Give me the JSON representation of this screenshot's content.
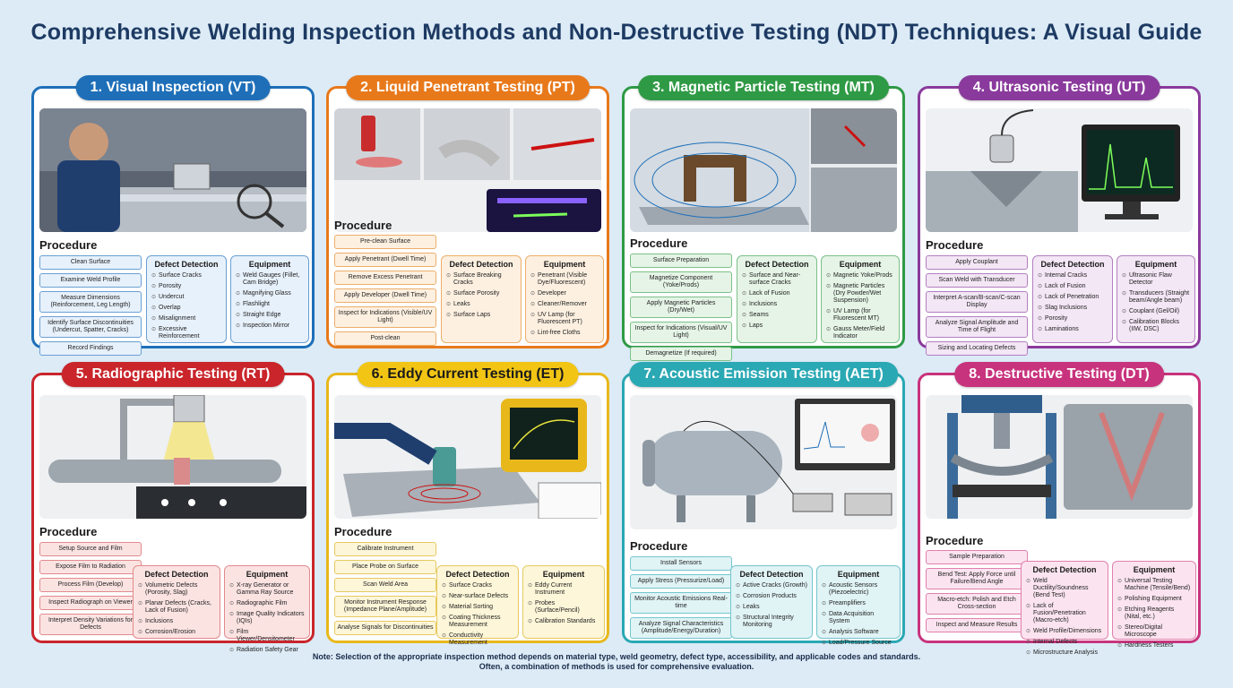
{
  "title": "Comprehensive Welding Inspection Methods and Non-Destructive Testing (NDT) Techniques: A Visual Guide",
  "labels": {
    "procedure": "Procedure",
    "defect_detection": "Defect Detection",
    "equipment": "Equipment"
  },
  "panels": [
    {
      "title": "1. Visual Inspection (VT)",
      "color": "#1e6fb8",
      "tint": "#e7f1fb",
      "steps": [
        "Clean Surface",
        "Examine Weld Profile",
        "Measure Dimensions (Reinforcement, Leg Length)",
        "Identify Surface Discontinuities (Undercut, Spatter, Cracks)",
        "Record Findings"
      ],
      "defects": [
        "Surface Cracks",
        "Porosity",
        "Undercut",
        "Overlap",
        "Misalignment",
        "Excessive Reinforcement"
      ],
      "equipment": [
        "Weld Gauges (Fillet, Cam Bridge)",
        "Magnifying Glass",
        "Flashlight",
        "Straight Edge",
        "Inspection Mirror"
      ]
    },
    {
      "title": "2. Liquid Penetrant Testing (PT)",
      "color": "#e8791b",
      "tint": "#fdf0e0",
      "steps": [
        "Pre-clean Surface",
        "Apply Penetrant (Dwell Time)",
        "Remove Excess Penetrant",
        "Apply Developer (Dwell Time)",
        "Inspect for Indications (Visible/UV Light)",
        "Post-clean"
      ],
      "defects": [
        "Surface Breaking Cracks",
        "Surface Porosity",
        "Leaks",
        "Surface Laps"
      ],
      "equipment": [
        "Penetrant (Visible Dye/Fluorescent)",
        "Developer",
        "Cleaner/Remover",
        "UV Lamp (for Fluorescent PT)",
        "Lint-free Cloths"
      ]
    },
    {
      "title": "3. Magnetic Particle Testing (MT)",
      "color": "#2f9a45",
      "tint": "#e5f4e6",
      "steps": [
        "Surface Preparation",
        "Magnetize Component (Yoke/Prods)",
        "Apply Magnetic Particles (Dry/Wet)",
        "Inspect for Indications (Visual/UV Light)",
        "Demagnetize (If required)"
      ],
      "defects": [
        "Surface and Near-surface Cracks",
        "Lack of Fusion",
        "Inclusions",
        "Seams",
        "Laps"
      ],
      "equipment": [
        "Magnetic Yoke/Prods",
        "Magnetic Particles (Dry Powder/Wet Suspension)",
        "UV Lamp (for Fluorescent MT)",
        "Gauss Meter/Field Indicator"
      ]
    },
    {
      "title": "4. Ultrasonic Testing (UT)",
      "color": "#8a3a9c",
      "tint": "#f3e6f5",
      "steps": [
        "Apply Couplant",
        "Scan Weld with Transducer",
        "Interpret A-scan/B-scan/C-scan Display",
        "Analyze Signal Amplitude and Time of Flight",
        "Sizing and Locating Defects"
      ],
      "defects": [
        "Internal Cracks",
        "Lack of Fusion",
        "Lack of Penetration",
        "Slag Inclusions",
        "Porosity",
        "Laminations"
      ],
      "equipment": [
        "Ultrasonic Flaw Detector",
        "Transducers (Straight beam/Angle beam)",
        "Couplant (Gel/Oil)",
        "Calibration Blocks (IIW, DSC)"
      ]
    },
    {
      "title": "5. Radiographic Testing (RT)",
      "color": "#c9252b",
      "tint": "#fbe3e2",
      "steps": [
        "Setup Source and Film",
        "Expose Film to Radiation",
        "Process Film (Develop)",
        "Inspect Radiograph on Viewer",
        "Interpret Density Variations for Defects"
      ],
      "defects": [
        "Volumetric Defects (Porosity, Slag)",
        "Planar Defects (Cracks, Lack of Fusion)",
        "Inclusions",
        "Corrosion/Erosion"
      ],
      "equipment": [
        "X-ray Generator or Gamma Ray Source",
        "Radiographic Film",
        "Image Quality Indicators (IQIs)",
        "Film Viewer/Densitometer",
        "Radiation Safety Gear"
      ]
    },
    {
      "title": "6. Eddy Current Testing (ET)",
      "color": "#e8b81b",
      "tint": "#fdf6d8",
      "steps": [
        "Calibrate Instrument",
        "Place Probe on Surface",
        "Scan Weld Area",
        "Monitor Instrument Response (Impedance Plane/Amplitude)",
        "Analyse Signals for Discontinuities"
      ],
      "defects": [
        "Surface Cracks",
        "Near-surface Defects",
        "Material Sorting",
        "Coating Thickness Measurement",
        "Conductivity Measurement"
      ],
      "equipment": [
        "Eddy Current Instrument",
        "Probes (Surface/Pencil)",
        "Calibration Standards"
      ]
    },
    {
      "title": "7. Acoustic Emission Testing (AET)",
      "color": "#2aa8b4",
      "tint": "#e0f3f5",
      "steps": [
        "Install Sensors",
        "Apply Stress (Pressurize/Load)",
        "Monitor Acoustic Emissions Real-time",
        "Analyze Signal Characteristics (Amplitude/Energy/Duration)"
      ],
      "defects": [
        "Active Cracks (Growth)",
        "Corrosion Products",
        "Leaks",
        "Structural Integrity Monitoring"
      ],
      "equipment": [
        "Acoustic Sensors (Piezoelectric)",
        "Preamplifiers",
        "Data Acquisition System",
        "Analysis Software",
        "Load/Pressure Source"
      ]
    },
    {
      "title": "8. Destructive Testing (DT)",
      "color": "#c8337d",
      "tint": "#fbe4ef",
      "steps": [
        "Sample Preparation",
        "Bend Test: Apply Force until Failure/Bend Angle",
        "Macro-etch: Polish and Etch Cross-section",
        "Inspect and Measure Results"
      ],
      "defects": [
        "Weld Ductility/Soundness (Bend Test)",
        "Lack of Fusion/Penetration (Macro-etch)",
        "Weld Profile/Dimensions",
        "Internal Defects",
        "Microstructure Analysis"
      ],
      "equipment": [
        "Universal Testing Machine (Tensile/Bend)",
        "Polishing Equipment",
        "Etching Reagents (Nital, etc.)",
        "Stereo/Digital Microscope",
        "Hardness Testers"
      ]
    }
  ],
  "note": [
    "Note: Selection of the appropriate inspection method depends on material type, weld geometry, defect type, accessibility, and applicable codes and standards.",
    "Often, a combination of methods is used for comprehensive evaluation."
  ]
}
